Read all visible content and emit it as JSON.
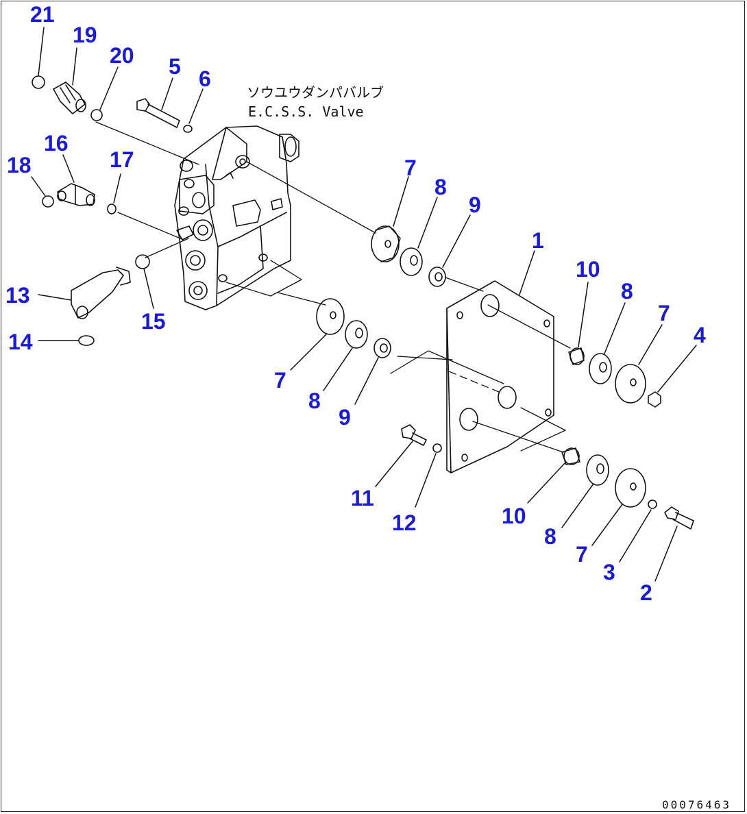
{
  "colors": {
    "callout": "#1a1adc",
    "line": "#111111",
    "background": "#ffffff"
  },
  "caption": {
    "jp": "ソウユウダンパバルブ",
    "en": "E.C.S.S. Valve"
  },
  "doc_number": "00076463",
  "callouts": {
    "c21": "21",
    "c19": "19",
    "c20": "20",
    "c5": "5",
    "c6": "6",
    "c16": "16",
    "c18": "18",
    "c17": "17",
    "c13": "13",
    "c14": "14",
    "c15": "15",
    "c7a": "7",
    "c8a": "8",
    "c9a": "9",
    "c1": "1",
    "c10a": "10",
    "c8b": "8",
    "c7b": "7",
    "c4": "4",
    "c7c": "7",
    "c8c": "8",
    "c9c": "9",
    "c11": "11",
    "c12": "12",
    "c10b": "10",
    "c8d": "8",
    "c7d": "7",
    "c3": "3",
    "c2": "2"
  }
}
